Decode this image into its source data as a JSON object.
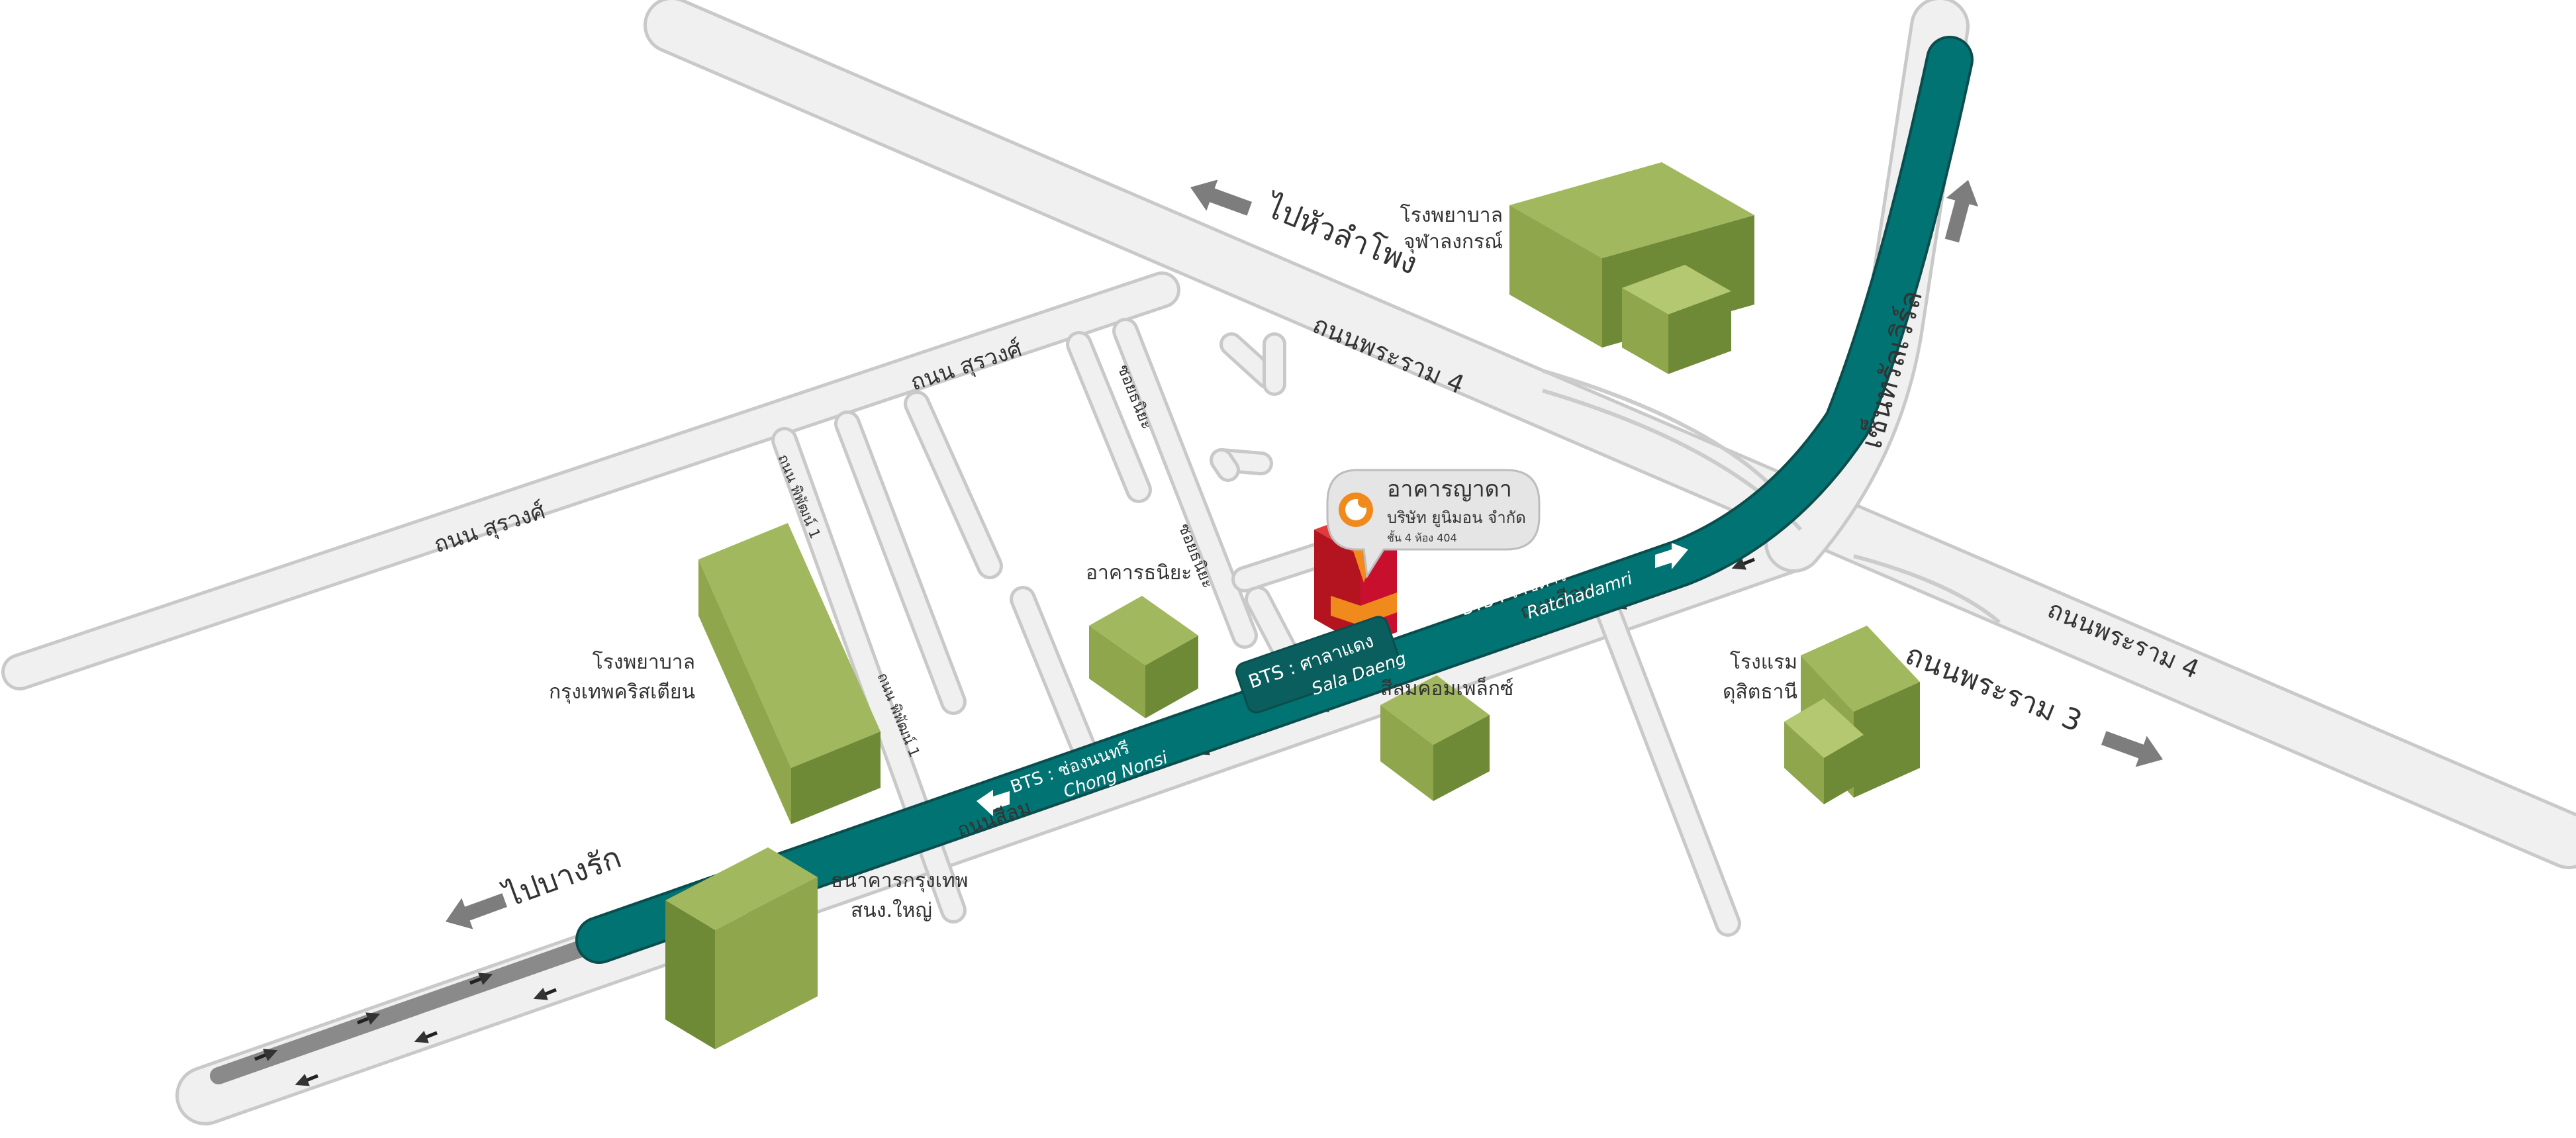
{
  "roads": {
    "rama4_a": "ถนนพระราม 4",
    "rama4_b": "ถนนพระราม 4",
    "rama3": "ถนนพระราม 3",
    "surawong_a": "ถนน สุรวงศ์",
    "surawong_b": "ถนน สุรวงศ์",
    "silom_a": "ถนนสีลม",
    "silom_b": "ถนนสีลม",
    "ploenchit_a": "ถนน พิพัฒน์ 1",
    "ploenchit_b": "ถนน พิพัฒน์ 1",
    "soi_a": "ซอยธนิยะ",
    "soi_b": "ซอยธนิยะ",
    "chan": "เซ็นทรัลเวิร์ล"
  },
  "directions": {
    "hua_lamphong": "ไปหัวลำโพง",
    "bang_rak": "ไปบางรัก"
  },
  "bts": {
    "chong_nonsi_th": "BTS : ช่องนนทรี",
    "chong_nonsi_en": "Chong Nonsi",
    "sala_daeng_th": "BTS : ศาลาแดง",
    "sala_daeng_en": "Sala Daeng",
    "ratchadamri_th": "BTS : ราชดำริ",
    "ratchadamri_en": "Ratchadamri"
  },
  "landmarks": {
    "chula_l1": "โรงพยาบาล",
    "chula_l2": "จุฬาลงกรณ์",
    "bkk_christian_l1": "โรงพยาบาล",
    "bkk_christian_l2": "กรุงเทพคริสเตียน",
    "thaniya": "อาคารธนิยะ",
    "silom_complex": "สีลมคอมเพล็กซ์",
    "dusit_l1": "โรงแรม",
    "dusit_l2": "ดุสิตธานี",
    "bangkok_bank_l1": "ธนาคารกรุงเทพ",
    "bangkok_bank_l2": "สนง.ใหญ่"
  },
  "target": {
    "building": "อาคารญาดา",
    "company": "บริษัท ยูนิมอน จำกัด",
    "floor": "ชั้น 4 ห้อง 404"
  },
  "colors": {
    "bts": "#007372",
    "building_top": "#a2b85e",
    "building_front": "#8fa64d",
    "building_side": "#6f8a37",
    "target_red": "#c8102e",
    "target_orange": "#f08a1d",
    "arrow_gray": "#7d7d7d"
  },
  "icons": {
    "logo": "unimon-logo-icon",
    "arrow": "direction-arrow-icon"
  }
}
